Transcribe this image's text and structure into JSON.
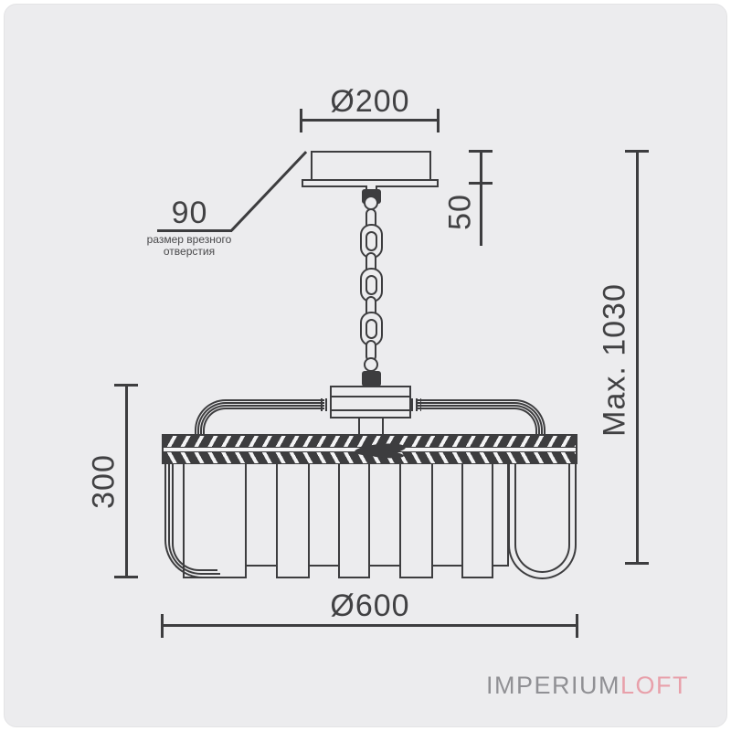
{
  "drawing": {
    "background_color": "#ececee",
    "line_color": "#3d3d3f",
    "title": "chandelier dimension drawing",
    "labels": {
      "canopy_diameter": "Ø200",
      "canopy_height": "50",
      "cutout_value": "90",
      "cutout_caption_line1": "размер врезного",
      "cutout_caption_line2": "отверстия",
      "max_height": "Max. 1030",
      "shade_height": "300",
      "shade_diameter": "Ø600"
    }
  },
  "logo": {
    "primary_text": "IMPERIUM",
    "accent_text": "LOFT",
    "primary_color": "#909094",
    "accent_color": "#e8a0aa"
  }
}
